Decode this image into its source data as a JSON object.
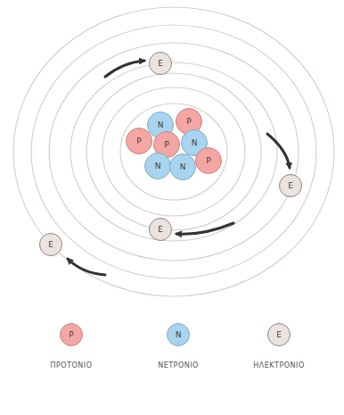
{
  "diagram": {
    "nodes": [
      {
        "text": [
          "N"
        ]
      },
      {
        "text": [
          "P"
        ]
      },
      {
        "text": [
          "P"
        ]
      },
      {
        "text": [
          "P"
        ]
      },
      {
        "text": [
          "N"
        ]
      },
      {
        "text": [
          "N"
        ]
      },
      {
        "text": [
          "N"
        ]
      },
      {
        "text": [
          "P"
        ]
      },
      {
        "text": [
          "E"
        ]
      },
      {
        "text": [
          "E"
        ]
      },
      {
        "text": [
          "E"
        ]
      },
      {
        "text": [
          "E"
        ]
      }
    ],
    "labels": [
      "P",
      "N",
      "E"
    ],
    "legend": [
      {
        "text": "ΠΡΟΤΟΝΙΟ",
        "color": "#f4a6a2"
      },
      {
        "text": "ΝΕΤΡΟΝΙΟ",
        "color": "#a9d4ef"
      },
      {
        "text": "ΗΛΕΚΤΡΟΝΙΟ",
        "color": "#ebe3e0"
      }
    ]
  }
}
